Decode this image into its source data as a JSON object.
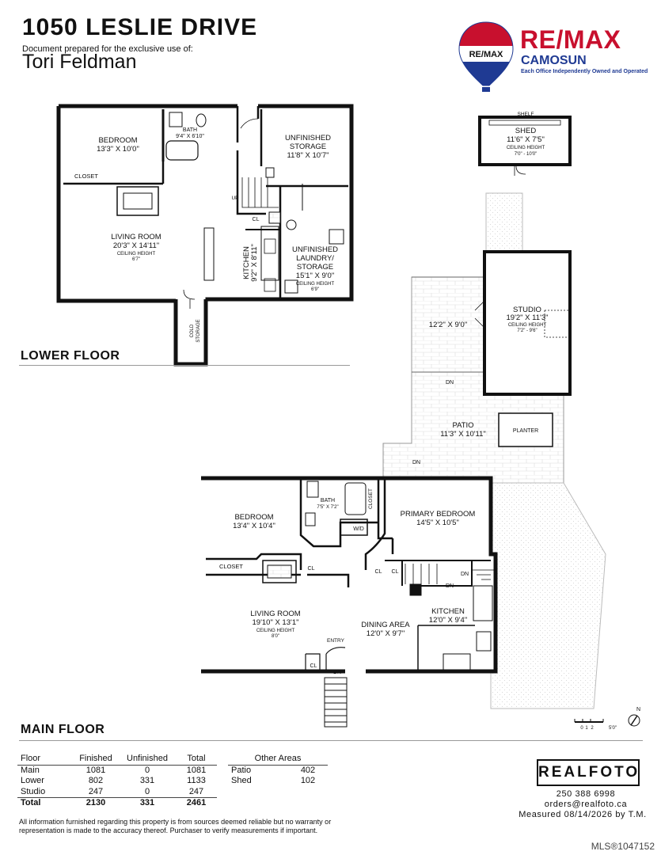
{
  "header": {
    "address": "1050 LESLIE DRIVE",
    "prepared_for": "Document prepared for the exclusive use of:",
    "client_name": "Tori Feldman"
  },
  "brand": {
    "logo_word": "RE/MAX",
    "office": "CAMOSUN",
    "tagline": "Each Office Independently Owned and Operated",
    "balloon_label": "RE/MAX",
    "colors": {
      "red": "#c8102e",
      "blue": "#1f3a93"
    }
  },
  "lower_floor": {
    "label": "LOWER FLOOR",
    "rooms": {
      "bedroom": {
        "name": "BEDROOM",
        "dims": "13'3\" X 10'0\""
      },
      "bath": {
        "name": "BATH",
        "dims": "9'4\" X 6'10\""
      },
      "storage": {
        "name1": "UNFINISHED",
        "name2": "STORAGE",
        "dims": "11'8\" X 10'7\""
      },
      "closet": "CLOSET",
      "living": {
        "name": "LIVING ROOM",
        "dims": "20'3\" X 14'11\"",
        "ceiling": "CEILING HEIGHT",
        "height": "6'7\""
      },
      "kitchen": {
        "name": "KITCHEN",
        "dims": "9'2\" X 8'11\""
      },
      "laundry": {
        "name1": "UNFINISHED",
        "name2": "LAUNDRY/",
        "name3": "STORAGE",
        "dims": "15'1\" X 9'0\"",
        "ceiling": "CEILING HEIGHT",
        "height": "6'9\""
      },
      "up": "UP",
      "cl": "CL",
      "cold_storage_1": "COLD",
      "cold_storage_2": "STORAGE"
    }
  },
  "shed": {
    "shelf": "SHELF",
    "name": "SHED",
    "dims": "11'6\" X 7'5\"",
    "ceiling": "CEILING HEIGHT",
    "height": "7'0\" - 10'0\""
  },
  "studio": {
    "name": "STUDIO",
    "dims": "19'2\" X 11'3\"",
    "ceiling": "CEILING HEIGHT",
    "height": "7'2\" - 9'6\""
  },
  "yard": {
    "deck_dims": "12'2\" X 9'0\"",
    "dn1": "DN",
    "patio": {
      "name": "PATIO",
      "dims": "11'3\" X 10'11\""
    },
    "planter": "PLANTER",
    "dn2": "DN"
  },
  "main_floor": {
    "label": "MAIN FLOOR",
    "rooms": {
      "bedroom": {
        "name": "BEDROOM",
        "dims": "13'4\" X 10'4\""
      },
      "bath": {
        "name": "BATH",
        "dims": "7'5\" X 7'2\""
      },
      "closet_v": "CLOSET",
      "primary": {
        "name": "PRIMARY BEDROOM",
        "dims": "14'5\" X 10'5\""
      },
      "wd": "W/D",
      "closet": "CLOSET",
      "cl": "CL",
      "living": {
        "name": "LIVING ROOM",
        "dims": "19'10\" X 13'1\"",
        "ceiling": "CEILING HEIGHT",
        "height": "8'0\""
      },
      "dining": {
        "name": "DINING AREA",
        "dims": "12'0\" X 9'7\""
      },
      "kitchen": {
        "name": "KITCHEN",
        "dims": "12'0\" X 9'4\""
      },
      "entry": "ENTRY",
      "dn": "DN"
    }
  },
  "scale": {
    "ticks": [
      "0",
      "1",
      "2",
      "5'0\""
    ],
    "north": "N"
  },
  "areas_table": {
    "headers": [
      "Floor",
      "Finished",
      "Unfinished",
      "Total"
    ],
    "rows": [
      [
        "Main",
        "1081",
        "0",
        "1081"
      ],
      [
        "Lower",
        "802",
        "331",
        "1133"
      ],
      [
        "Studio",
        "247",
        "0",
        "247"
      ]
    ],
    "total": [
      "Total",
      "2130",
      "331",
      "2461"
    ]
  },
  "other_areas": {
    "header": "Other Areas",
    "rows": [
      [
        "Patio",
        "402"
      ],
      [
        "Shed",
        "102"
      ]
    ]
  },
  "disclaimer": "All information furnished regarding this property is from sources deemed reliable but no warranty or representation is made to the accuracy thereof. Purchaser to verify measurements if important.",
  "realfoto": {
    "logo": "REALFOTO",
    "phone": "250 388 6998",
    "email": "orders@realfoto.ca",
    "measured": "Measured 08/14/2026 by T.M."
  },
  "mls": "MLS®1047152"
}
